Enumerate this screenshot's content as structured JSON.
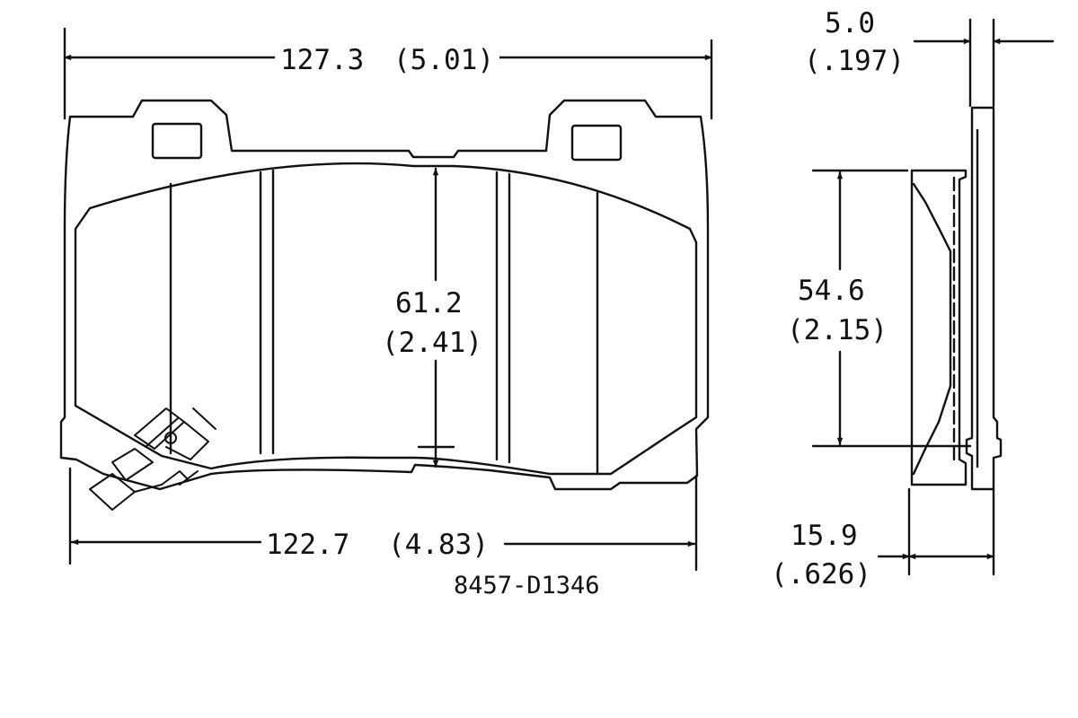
{
  "diagram": {
    "line_color": "#111111",
    "background": "#ffffff",
    "front_view": {
      "overall_width": {
        "mm": "127.3",
        "inch": "(5.01)"
      },
      "friction_height": {
        "mm": "61.2",
        "inch": "(2.41)"
      },
      "friction_width": {
        "mm": "122.7",
        "inch": "(4.83)"
      },
      "part_number": "8457-D1346"
    },
    "side_view": {
      "backing_thickness": {
        "mm": "5.0",
        "inch": "(.197)"
      },
      "friction_height": {
        "mm": "54.6",
        "inch": "(2.15)"
      },
      "total_thickness": {
        "mm": "15.9",
        "inch": "(.626)"
      }
    },
    "icons": [
      "wear-sensor-icon"
    ]
  }
}
